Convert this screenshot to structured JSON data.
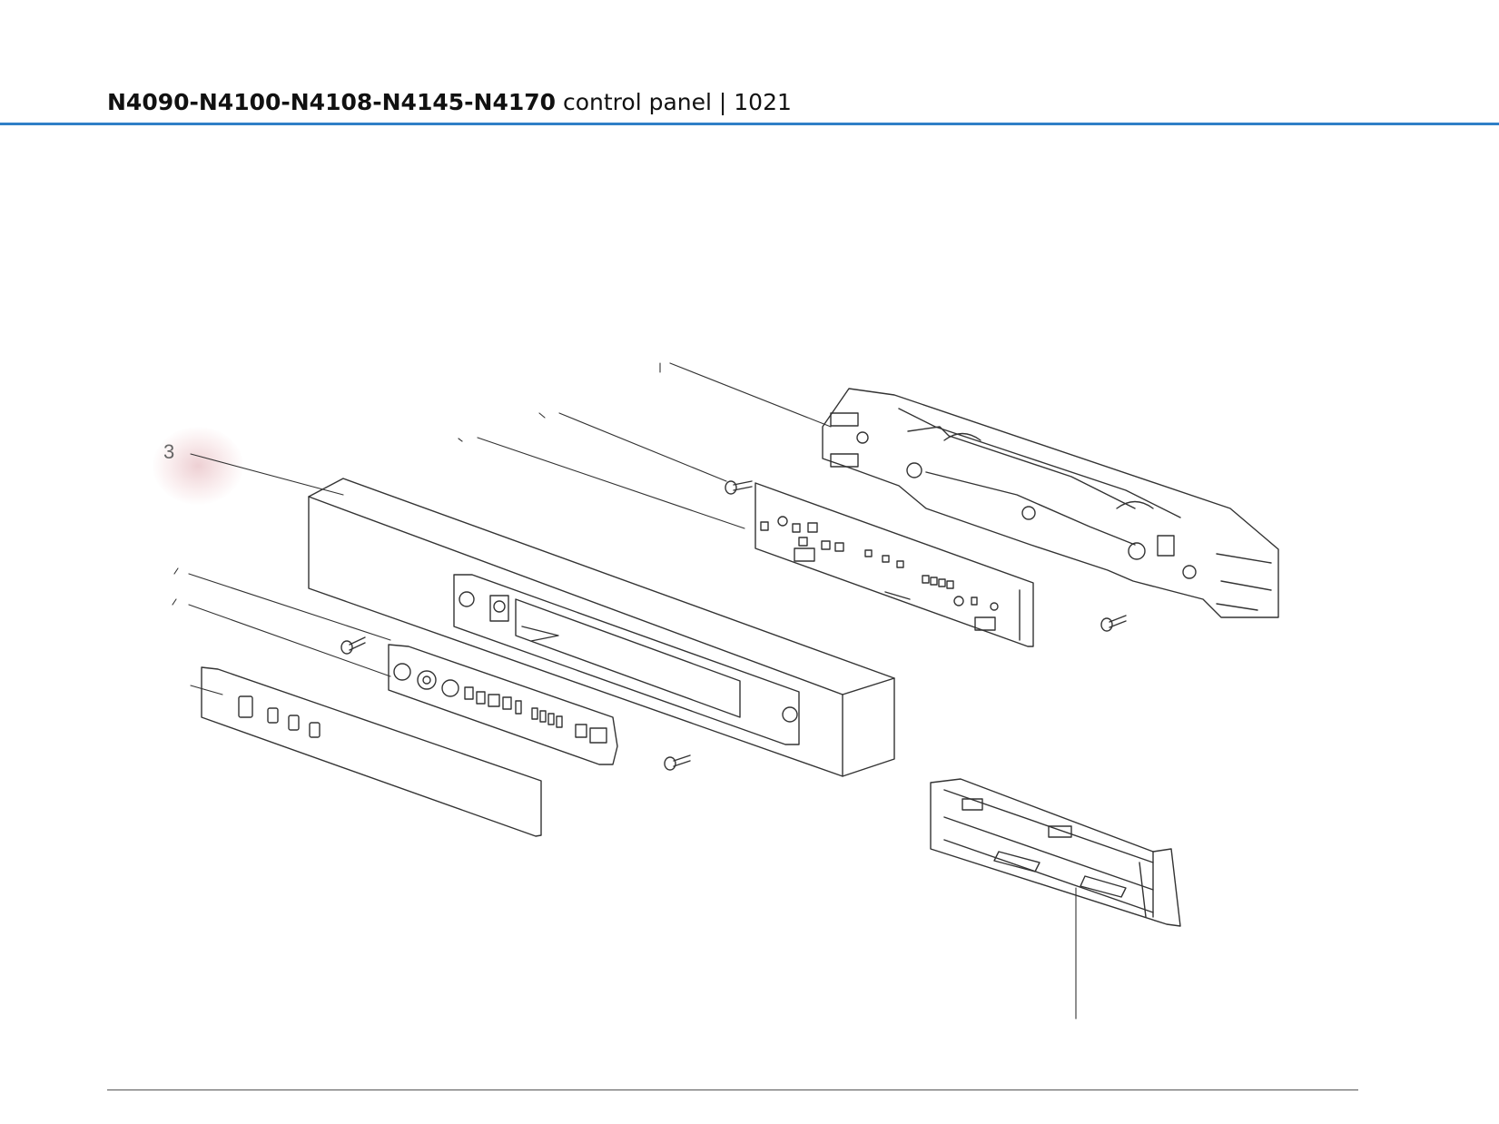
{
  "header": {
    "models": "N4090-N4100-N4108-N4145-N4170",
    "description": " control panel",
    "separator": " | ",
    "page_ref": "1021"
  },
  "callouts": [
    {
      "label": "3"
    }
  ],
  "colors": {
    "accent_rule": "#2f7fc7",
    "callout_highlight": "#e0a0a8",
    "line_art": "#333333"
  }
}
